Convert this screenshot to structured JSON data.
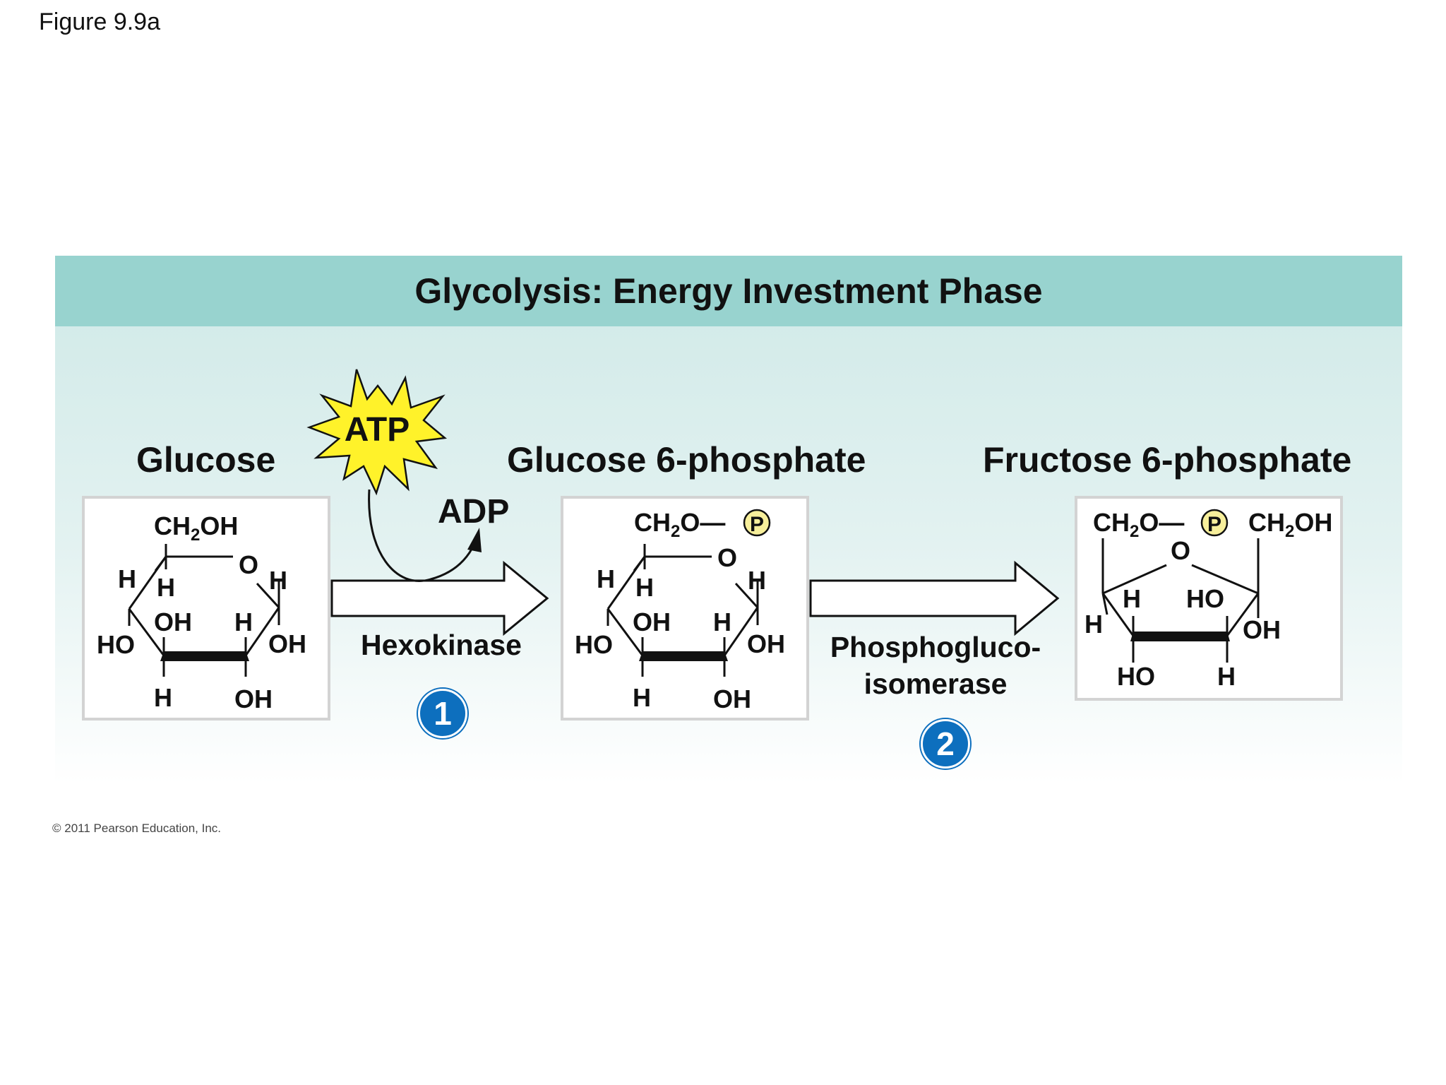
{
  "figure_label": "Figure 9.9a",
  "banner_title": "Glycolysis: Energy Investment Phase",
  "molecules": {
    "glucose": {
      "name": "Glucose"
    },
    "g6p": {
      "name": "Glucose 6-phosphate"
    },
    "f6p": {
      "name": "Fructose 6-phosphate"
    }
  },
  "atp_label": "ATP",
  "adp_label": "ADP",
  "steps": [
    {
      "number": "1",
      "enzyme": "Hexokinase"
    },
    {
      "number": "2",
      "enzyme_line1": "Phosphogluco-",
      "enzyme_line2": "isomerase"
    }
  ],
  "atoms": {
    "ch2": "CH",
    "sub2": "2",
    "oh": "OH",
    "ho": "HO",
    "h": "H",
    "o": "O",
    "p": "P",
    "bond": "—"
  },
  "colors": {
    "banner": "#98d3cf",
    "atp_star": "#fff22a",
    "step_circle": "#0d6fbe",
    "phosphate": "#f7ef9b"
  },
  "copyright": "© 2011 Pearson Education, Inc."
}
